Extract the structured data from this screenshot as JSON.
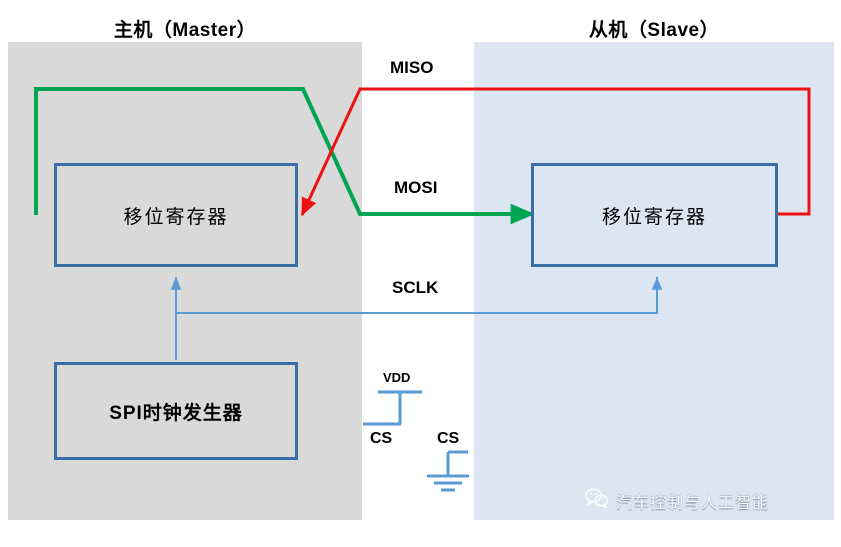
{
  "diagram": {
    "title_master": "主机（Master）",
    "title_slave": "从机（Slave）",
    "master_panel_color": "#d9d9d9",
    "slave_panel_color": "#dce6f2",
    "blocks": {
      "master_register": "移位寄存器",
      "slave_register": "移位寄存器",
      "clock_generator": "SPI时钟发生器"
    },
    "signals": {
      "miso": "MISO",
      "mosi": "MOSI",
      "sclk": "SCLK"
    },
    "pins": {
      "vdd": "VDD",
      "cs_master": "CS",
      "cs_slave": "CS"
    },
    "wire_colors": {
      "miso": "#ee1111",
      "mosi": "#00a551",
      "sclk": "#5b9bd5",
      "block_border": "#3a6ea5"
    }
  },
  "watermark": {
    "icon": "wechat-icon",
    "text": "汽车控制与人工智能"
  }
}
